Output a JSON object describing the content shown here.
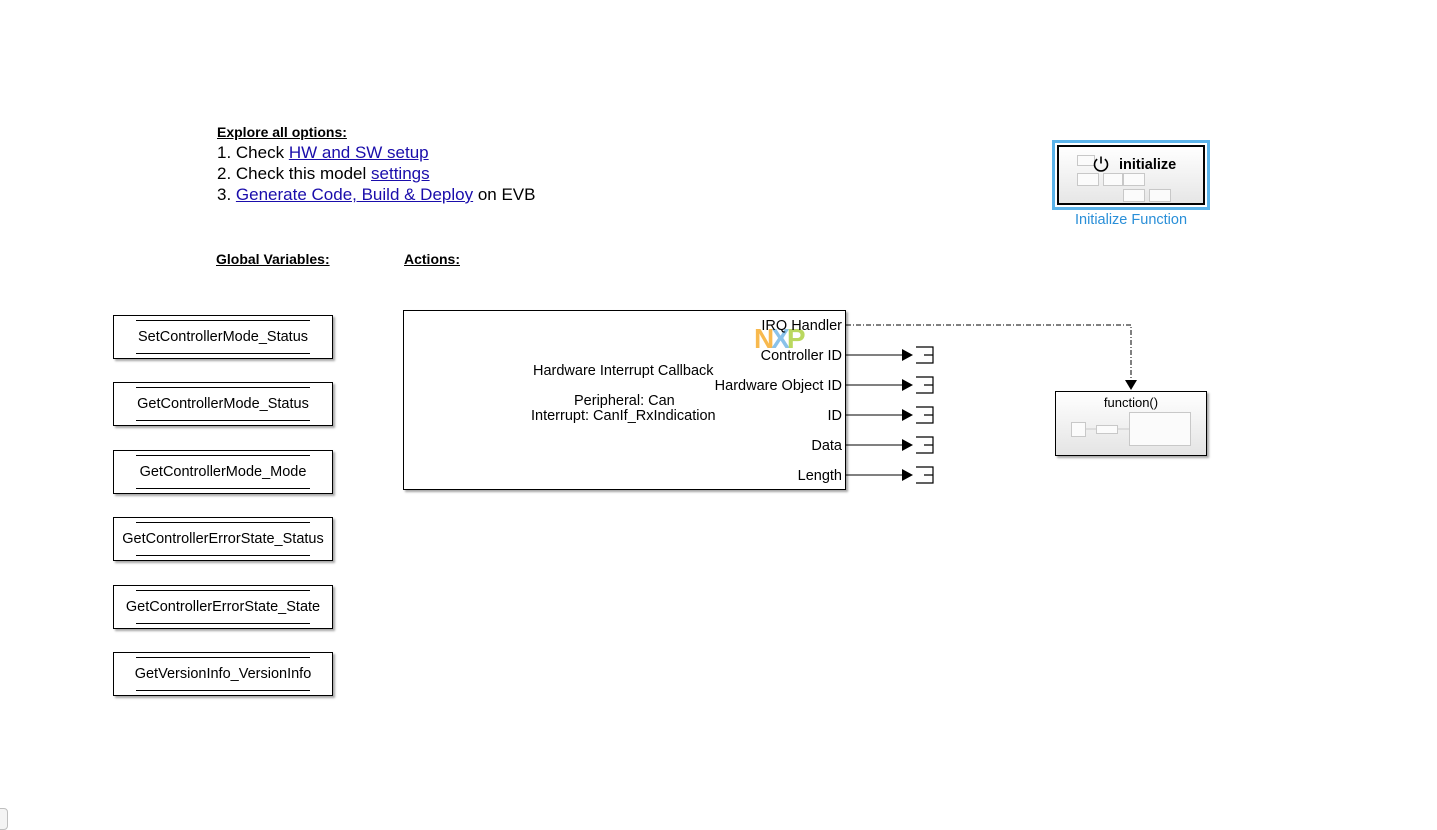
{
  "explore": {
    "heading": "Explore all options:",
    "step1_prefix": "1. Check ",
    "step1_link": "HW and SW setup",
    "step2_prefix": "2. Check this model ",
    "step2_link": "settings",
    "step3_prefix": "3. ",
    "step3_link": "Generate Code, Build & Deploy",
    "step3_suffix": " on EVB"
  },
  "sections": {
    "global_variables": "Global Variables:",
    "actions": "Actions:"
  },
  "global_variables": [
    "SetControllerMode_Status",
    "GetControllerMode_Status",
    "GetControllerMode_Mode",
    "GetControllerErrorState_Status",
    "GetControllerErrorState_State",
    "GetVersionInfo_VersionInfo"
  ],
  "callback_block": {
    "title": "Hardware Interrupt Callback",
    "peripheral": "Peripheral: Can",
    "interrupt": "Interrupt: CanIf_RxIndication",
    "logo": {
      "n": "N",
      "x": "X",
      "p": "P"
    },
    "ports": [
      "IRQ Handler",
      "Controller ID",
      "Hardware Object ID",
      "ID",
      "Data",
      "Length"
    ]
  },
  "function_block": {
    "title": "function()"
  },
  "initialize_block": {
    "title": "initialize",
    "caption": "Initialize Function"
  },
  "colors": {
    "link": "#1a0dab",
    "selection": "#5bb3ea",
    "caption": "#2a8fd8",
    "logo_n": "#f7a823",
    "logo_x": "#6eb3e6",
    "logo_p": "#a9cf38"
  },
  "icons": {
    "power": "power-icon",
    "terminator": "terminator-icon",
    "arrow": "arrowhead-icon"
  }
}
